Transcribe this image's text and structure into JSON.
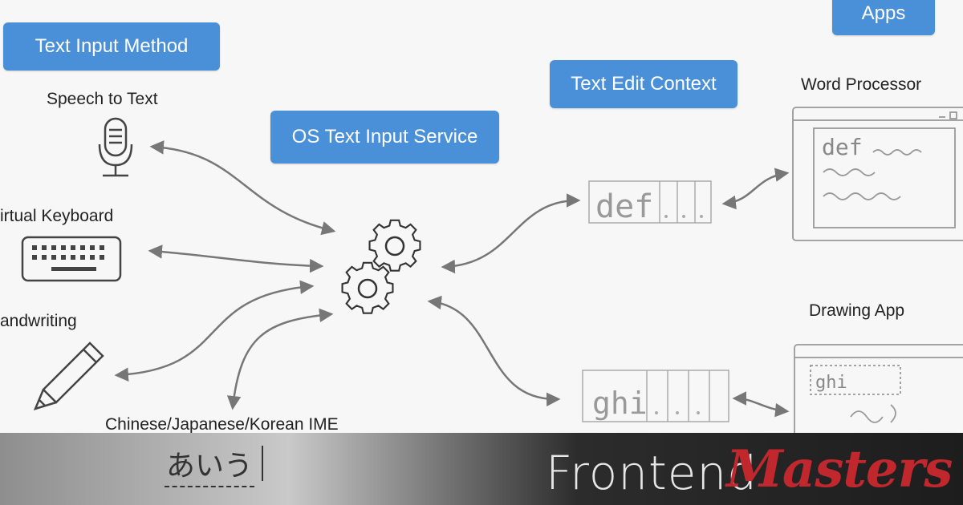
{
  "boxes": {
    "text_input_method": "Text Input Method",
    "os_text_input_service": "OS Text Input Service",
    "text_edit_context": "Text Edit Context",
    "apps": "Apps"
  },
  "inputs": {
    "speech": "Speech to Text",
    "keyboard": "irtual Keyboard",
    "handwriting": "andwriting",
    "ime": "Chinese/Japanese/Korean IME"
  },
  "contexts": {
    "top_buffer": "def",
    "bottom_buffer": "ghi"
  },
  "apps": {
    "word_processor": "Word Processor",
    "drawing_app": "Drawing App",
    "word_doc_text": "def",
    "drawing_text": "ghi"
  },
  "ime_sample": "あいう",
  "brand": {
    "part1": "Frontend",
    "part2": "Masters"
  },
  "colors": {
    "accent_blue": "#4a90d9",
    "brand_red": "#c0282e"
  }
}
